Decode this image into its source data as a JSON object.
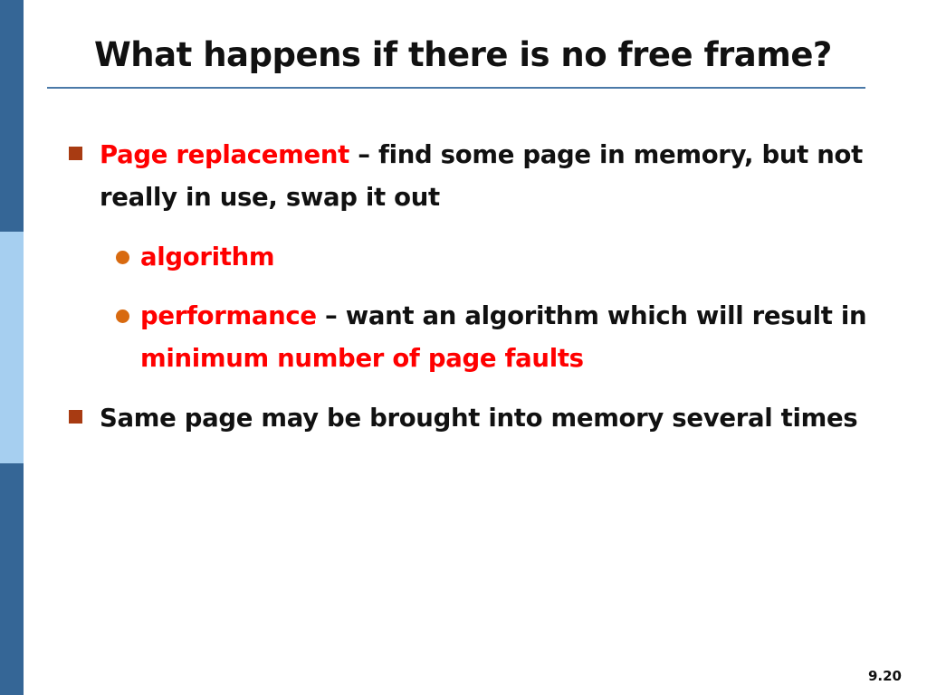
{
  "colors": {
    "bar_dark": "#356696",
    "bar_light": "#a6cff0",
    "rule": "#4a79a8",
    "accent": "#ff0000",
    "square_bullet": "#a83b12",
    "dot_bullet": "#d86a10",
    "text": "#111111"
  },
  "slide": {
    "title": "What happens if there is no free frame?",
    "bullets": [
      {
        "highlight": "Page replacement",
        "text": " – find some page in memory, but not really in use, swap it out",
        "sub": [
          {
            "highlight": "algorithm"
          },
          {
            "highlight": "performance",
            "text": " – want an algorithm which will result in ",
            "highlight2": "minimum number of page faults"
          }
        ]
      },
      {
        "text": "Same page may be brought into memory several times"
      }
    ],
    "page_number": "9.20"
  }
}
